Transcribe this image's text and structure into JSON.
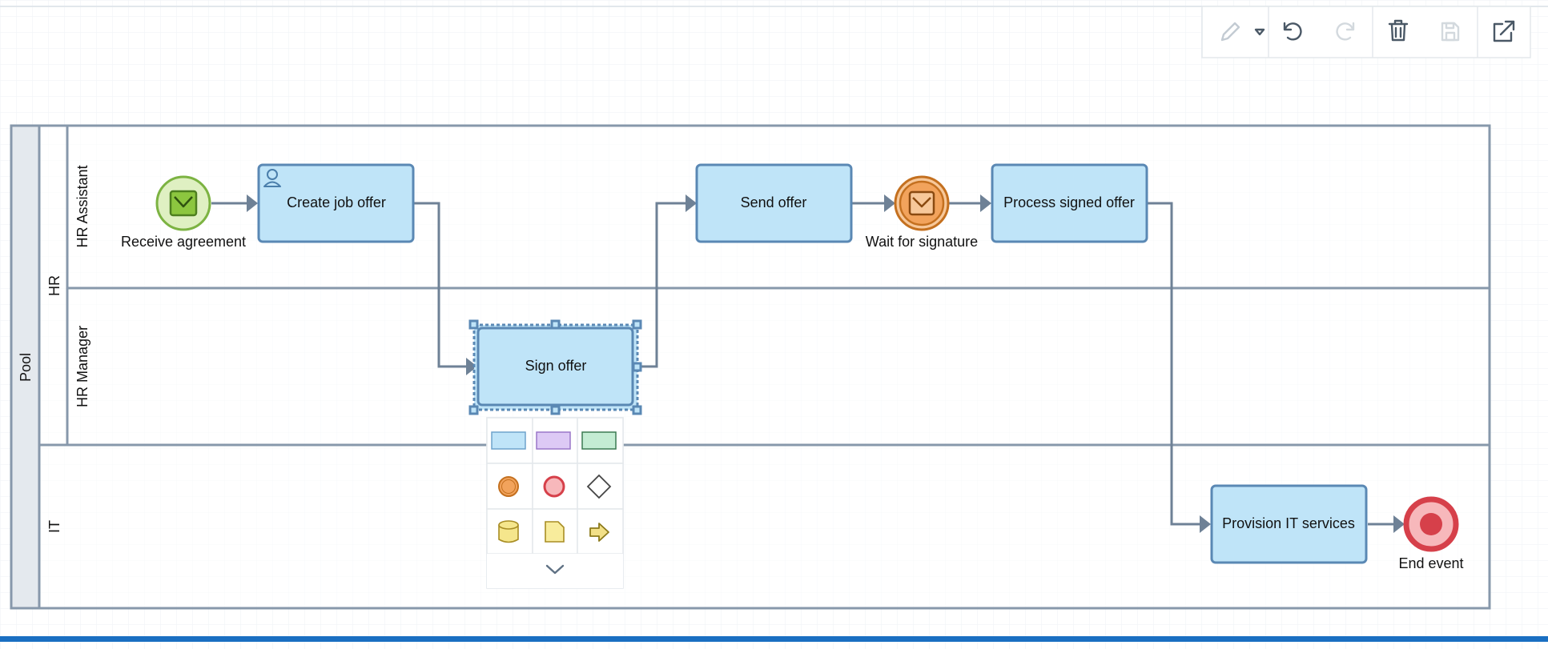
{
  "pool": {
    "label": "Pool"
  },
  "lanes": [
    {
      "label": "HR"
    },
    {
      "label": "HR Assistant"
    },
    {
      "label": "HR Manager"
    },
    {
      "label": "IT"
    }
  ],
  "events": {
    "start": {
      "label": "Receive agreement",
      "color": "#8cc63f"
    },
    "intermediate": {
      "label": "Wait for signature",
      "color": "#e8963a"
    },
    "end": {
      "label": "End event",
      "color": "#d6404a"
    }
  },
  "tasks": {
    "create_job_offer": "Create job offer",
    "sign_offer": "Sign offer",
    "send_offer": "Send offer",
    "process_signed_offer": "Process signed offer",
    "provision_it_services": "Provision IT services"
  },
  "toolbar": {
    "icons": [
      "pencil-icon",
      "chevron-down-icon",
      "undo-icon",
      "redo-icon",
      "trash-icon",
      "save-icon",
      "external-link-icon"
    ]
  },
  "palette": {
    "items": [
      "task-shape",
      "subprocess-shape",
      "group-shape",
      "intermediate-event-shape",
      "end-event-shape",
      "gateway-shape",
      "data-store-shape",
      "annotation-shape",
      "message-flow-shape"
    ],
    "more_icon": "chevron-down-icon"
  },
  "colors": {
    "task_fill": "#bfe4f8",
    "task_stroke": "#5a88b4",
    "lane_stroke": "#8798ab",
    "flow": "#6e8196",
    "bottom_bar": "#1a6fc2"
  }
}
